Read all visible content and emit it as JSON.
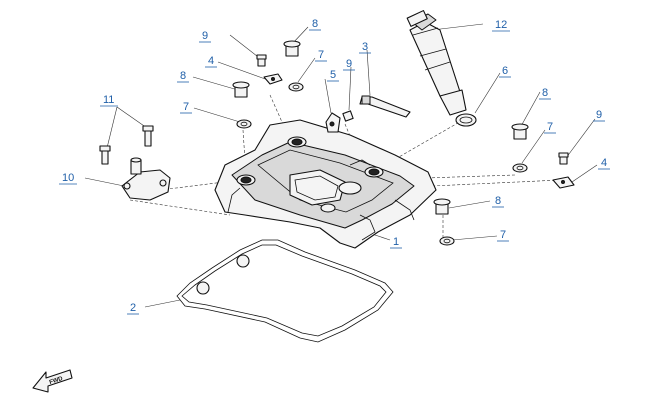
{
  "callouts": {
    "c1": "1",
    "c2": "2",
    "c3": "3",
    "c4a": "4",
    "c4b": "4",
    "c5": "5",
    "c6": "6",
    "c7a": "7",
    "c7b": "7",
    "c7c": "7",
    "c7d": "7",
    "c8a": "8",
    "c8b": "8",
    "c8c": "8",
    "c8d": "8",
    "c9a": "9",
    "c9b": "9",
    "c9c": "9",
    "c10": "10",
    "c11": "11",
    "c12": "12"
  },
  "fwd_label": "FWD",
  "colors": {
    "callout": "#1f5fa8",
    "line": "#111111",
    "background": "#ffffff"
  }
}
